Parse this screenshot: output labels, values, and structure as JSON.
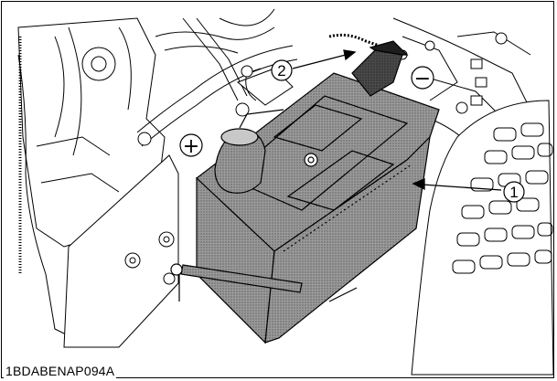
{
  "figure": {
    "code": "1BDABENAP094A",
    "callouts": [
      {
        "id": "battery",
        "label": "1"
      },
      {
        "id": "negative-cable",
        "label": "2"
      }
    ],
    "terminal_symbols": {
      "positive": "+",
      "negative": "−"
    }
  },
  "colors": {
    "line": "#000000",
    "battery_fill": "#8a8a8a",
    "cap_fill": "#3a3a3a",
    "background": "#ffffff"
  }
}
